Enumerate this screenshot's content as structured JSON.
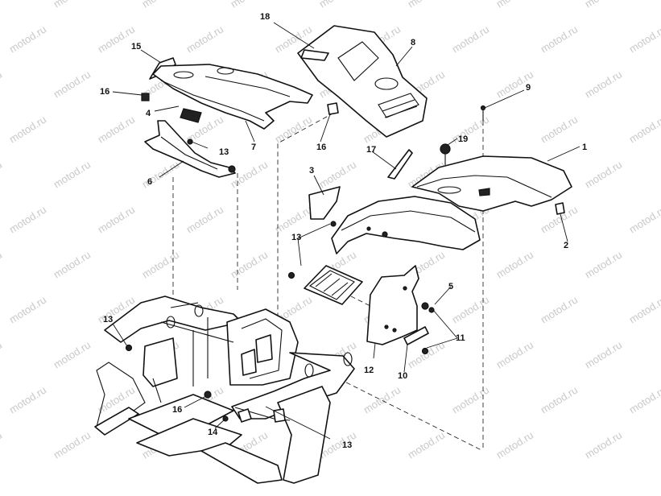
{
  "watermark": "motod.ru",
  "callouts": {
    "c1": "1",
    "c2": "2",
    "c3": "3",
    "c4": "4",
    "c5": "5",
    "c6": "6",
    "c7": "7",
    "c8": "8",
    "c9": "9",
    "c10": "10",
    "c11": "11",
    "c12": "12",
    "c13a": "13",
    "c13b": "13",
    "c13c": "13",
    "c13d": "13",
    "c14": "14",
    "c15": "15",
    "c16a": "16",
    "c16b": "16",
    "c16c": "16",
    "c17": "17",
    "c18": "18",
    "c19": "19"
  }
}
